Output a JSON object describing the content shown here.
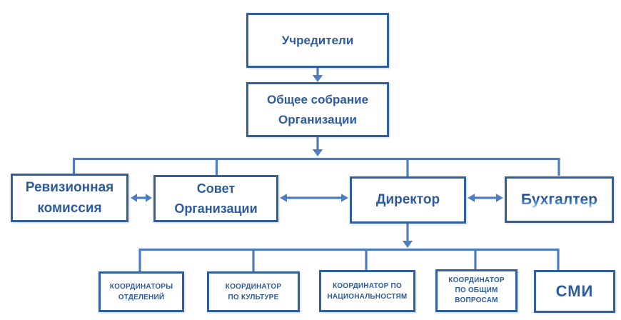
{
  "colors": {
    "connector_blue": "#4d7ebf",
    "box_border_blue": "#2f5f9e",
    "text_blue": "#2d5b9d"
  },
  "diagram": {
    "type": "org-chart",
    "nodes": {
      "founders": {
        "label": "Учредители"
      },
      "general_assembly": {
        "label": "Общее собрание\nОрганизации"
      },
      "audit_commission": {
        "label": "Ревизионная\nкомиссия"
      },
      "council": {
        "label": "Совет\nОрганизации"
      },
      "director": {
        "label": "Директор"
      },
      "accountant": {
        "label": "Бухгалтер"
      },
      "dept_coordinators": {
        "label": "КООРДИНАТОРЫ\nОТДЕЛЕНИЙ"
      },
      "culture_coordinator": {
        "label": "КООРДИНАТОР\nПО КУЛЬТУРЕ"
      },
      "nationalities_coordinator": {
        "label": "КООРДИНАТОР ПО\nНАЦИОНАЛЬНОСТЯМ"
      },
      "general_affairs_coordinator": {
        "label": "КООРДИНАТОР\nПО ОБЩИМ\nВОПРОСАМ"
      },
      "media": {
        "label": "СМИ"
      }
    },
    "edges": [
      {
        "from": "founders",
        "to": "general_assembly",
        "style": "arrow-down"
      },
      {
        "from": "general_assembly",
        "to": "row3-branch",
        "style": "arrow-down-to-branch"
      },
      {
        "branch": [
          "audit_commission",
          "council",
          "director",
          "accountant"
        ]
      },
      {
        "from": "audit_commission",
        "to": "council",
        "style": "double-arrow"
      },
      {
        "from": "council",
        "to": "director",
        "style": "double-arrow"
      },
      {
        "from": "director",
        "to": "accountant",
        "style": "double-arrow"
      },
      {
        "from": "director",
        "to": "row4-branch",
        "style": "arrow-down-to-branch"
      },
      {
        "branch": [
          "dept_coordinators",
          "culture_coordinator",
          "nationalities_coordinator",
          "general_affairs_coordinator",
          "media"
        ]
      }
    ]
  }
}
